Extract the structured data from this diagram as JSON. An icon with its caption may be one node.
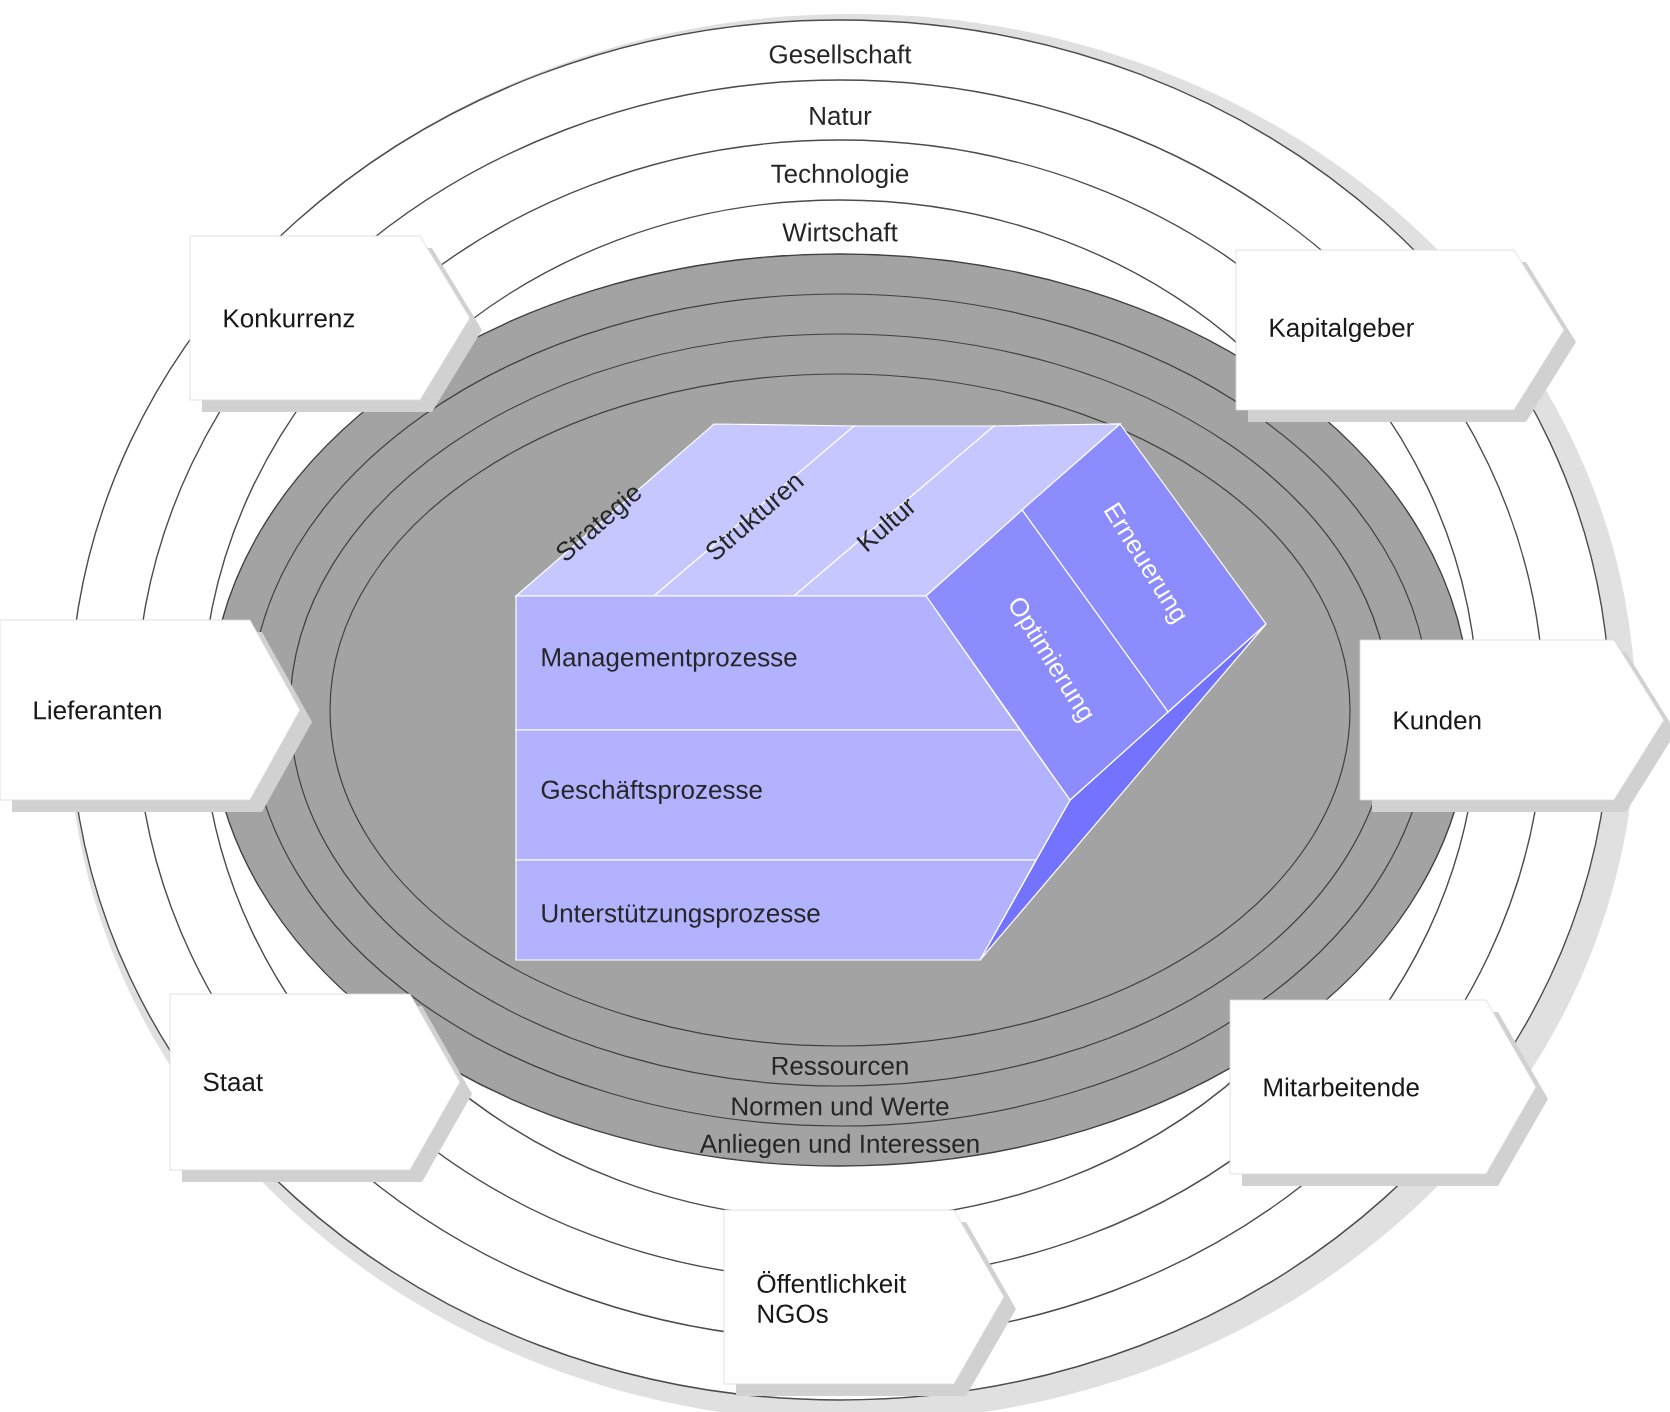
{
  "diagram": {
    "nodes": [
      {
        "text": [
          "Konkurrenz"
        ]
      },
      {
        "text": [
          "Kapitalgeber"
        ]
      },
      {
        "text": [
          "Lieferanten"
        ]
      },
      {
        "text": [
          "Kunden"
        ]
      },
      {
        "text": [
          "Staat"
        ]
      },
      {
        "text": [
          "Mitarbeitende"
        ]
      },
      {
        "text": [
          "Öffentlichkeit NGOs"
        ]
      },
      {
        "text": [
          "Strategie"
        ]
      },
      {
        "text": [
          "Strukturen"
        ]
      },
      {
        "text": [
          "Kultur"
        ]
      },
      {
        "text": [
          "Erneuerung"
        ]
      },
      {
        "text": [
          "Optimierung"
        ]
      },
      {
        "text": [
          "Managementprozesse"
        ]
      },
      {
        "text": [
          "Geschäftsprozesse"
        ]
      },
      {
        "text": [
          "Unterstützungsprozesse"
        ]
      }
    ],
    "labels": [
      "Gesellschaft",
      "Natur",
      "Technologie",
      "Wirtschaft",
      "Ressourcen",
      "Normen und Werte",
      "Anliegen und Interessen"
    ]
  }
}
